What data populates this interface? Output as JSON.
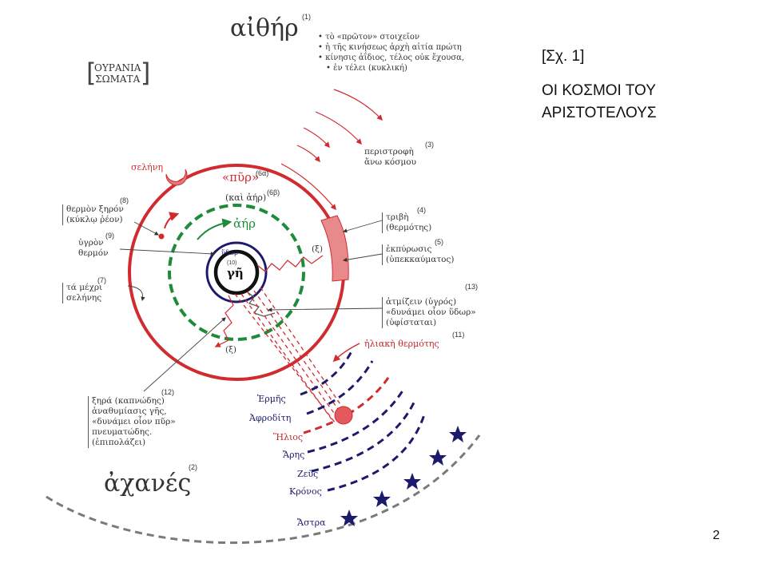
{
  "figure": {
    "label": "[Σχ. 1]",
    "title_line1": "ΟΙ ΚΟΣΜΟΙ ΤΟΥ",
    "title_line2": "ΑΡΙΣΤΟΤΕΛΟΥΣ",
    "page_number": "2"
  },
  "aither": {
    "word": "αἰθήρ",
    "num": "(1)",
    "bullets": [
      "τὸ «πρῶτον» στοιχεῖον",
      "ἡ τῆς κινήσεως ἀρχὴ αἰτία πρώτη",
      "κίνησις ἀΐδιος, τέλος οὐκ ἔχουσα,",
      "ἐν τέλει (κυκλική)"
    ]
  },
  "ourania": {
    "line1": "ΟΥΡΑΝΙΑ",
    "line2": "ΣΩΜΑΤΑ"
  },
  "achanes": {
    "word": "ἀχανές",
    "num": "(2)"
  },
  "rotation": {
    "line1": "περιστροφὴ",
    "line2": "ἄνω κόσμου",
    "num": "(3)"
  },
  "friction": {
    "line1": "τριβὴ",
    "line2": "(θερμότης)",
    "num": "(4)"
  },
  "ekpyrosis": {
    "line1": "ἐκπύρωσις",
    "line2": "(ὑπεκκαύματος)",
    "num": "(5)"
  },
  "pyr": {
    "label": "«πῦρ»",
    "num": "(6α)"
  },
  "kai_aer": {
    "label": "(καὶ ἀήρ)",
    "num": "(6β)"
  },
  "aer": {
    "label": "ἀήρ"
  },
  "selene": {
    "label": "σελήνη"
  },
  "below_moon": {
    "line1": "τά μέχρι",
    "line2": "σελήνης",
    "num": "(7)"
  },
  "hot_dry": {
    "line1": "θερμὸν ξηρόν",
    "line2": "(κύκλῳ ῥέον)",
    "num": "(8)"
  },
  "wet_hot": {
    "line1": "ὑγρὸν",
    "line2": "θερμόν",
    "num": "(9)"
  },
  "earth": {
    "label": "γῆ",
    "water": "ὕδωρ",
    "num": "(10)"
  },
  "solar_heat": {
    "label": "ἡλιακὴ θερμότης",
    "num": "(11)"
  },
  "dry_smoky": {
    "lines": [
      "ξηρά (καπνώδης)",
      "ἀναθυμίασις γῆς,",
      "«δυνάμει οἷον πῦρ»",
      "πνευματώδης.",
      "(ἐπιπολάζει)"
    ],
    "num": "(12)"
  },
  "wet_vapor": {
    "lines": [
      "ἀτμίζειν (ὑγρός)",
      "«δυνάμει οἷον ὕδωρ»",
      "(ὑφίσταται)"
    ],
    "num": "(13)"
  },
  "xi_label": "(ξ)",
  "planets": [
    "Ἑρμῆς",
    "Ἀφροδίτη",
    "Ἥλιος",
    "Ἄρης",
    "Ζεῦς",
    "Κρόνος",
    "Ἄστρα"
  ],
  "colors": {
    "fire_red": "#d12b2f",
    "air_green": "#1e8b3a",
    "planet_blue": "#1c1a6b",
    "grey": "#7a7a7a"
  }
}
